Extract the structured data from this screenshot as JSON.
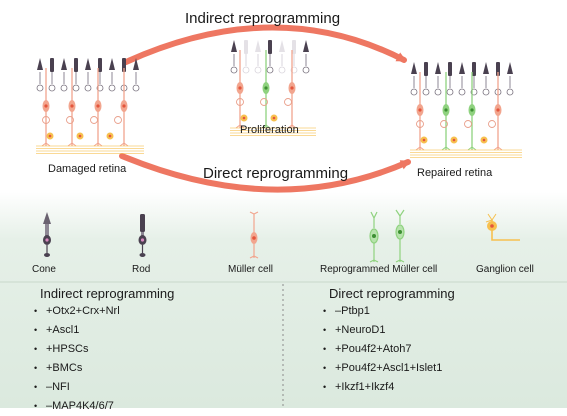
{
  "top": {
    "indirect_title": "Indirect reprogramming",
    "direct_title": "Direct reprogramming",
    "damaged_label": "Damaged retina",
    "proliferation_label": "Proliferation",
    "repaired_label": "Repaired retina"
  },
  "legend": {
    "cone": "Cone",
    "rod": "Rod",
    "muller": "Müller cell",
    "reprogrammed": "Reprogrammed Müller cell",
    "ganglion": "Ganglion cell"
  },
  "lists": {
    "indirect": {
      "title": "Indirect reprogramming",
      "items": [
        "+Otx2+Crx+Nrl",
        "+Ascl1",
        "+HPSCs",
        "+BMCs",
        "–NFI",
        "–MAP4K4/6/7"
      ]
    },
    "direct": {
      "title": "Direct reprogramming",
      "items": [
        "–Ptbp1",
        "+NeuroD1",
        "+Pou4f2+Atoh7",
        "+Pou4f2+Ascl1+Islet1",
        "+Ikzf1+Ikzf4"
      ]
    }
  },
  "colors": {
    "arrow": "#ee7762",
    "cone": "#4a4150",
    "muller": "#f2a58e",
    "reprogrammed": "#8fd27f",
    "ganglion": "#f7c04f",
    "panel_bg": "#dbe9de",
    "panel_top": "#e8f1ea"
  }
}
